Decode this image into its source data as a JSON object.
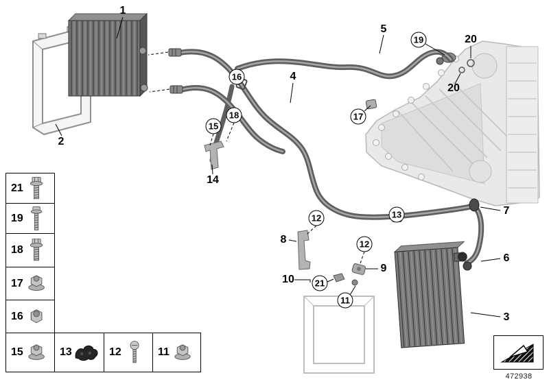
{
  "diagram": {
    "part_number": "472938",
    "callouts": {
      "c1": "1",
      "c2": "2",
      "c3": "3",
      "c4": "4",
      "c5": "5",
      "c6": "6",
      "c7": "7",
      "c8": "8",
      "c9": "9",
      "c10": "10",
      "c11": "11",
      "c12a": "12",
      "c12b": "12",
      "c13": "13",
      "c14": "14",
      "c15": "15",
      "c16": "16",
      "c17": "17",
      "c18": "18",
      "c19": "19",
      "c20a": "20",
      "c20b": "20",
      "c21": "21"
    },
    "legend": {
      "left_column": [
        {
          "label": "21",
          "icon": "flange-bolt-icon"
        },
        {
          "label": "19",
          "icon": "long-bolt-icon"
        },
        {
          "label": "18",
          "icon": "flange-bolt-icon"
        },
        {
          "label": "17",
          "icon": "flange-nut-icon"
        },
        {
          "label": "16",
          "icon": "hex-nut-icon"
        },
        {
          "label": "15",
          "icon": "flange-nut-icon"
        }
      ],
      "bottom_row": [
        {
          "label": "13",
          "icon": "cable-clip-icon"
        },
        {
          "label": "12",
          "icon": "screw-icon"
        },
        {
          "label": "11",
          "icon": "flange-nut-icon"
        }
      ]
    }
  }
}
